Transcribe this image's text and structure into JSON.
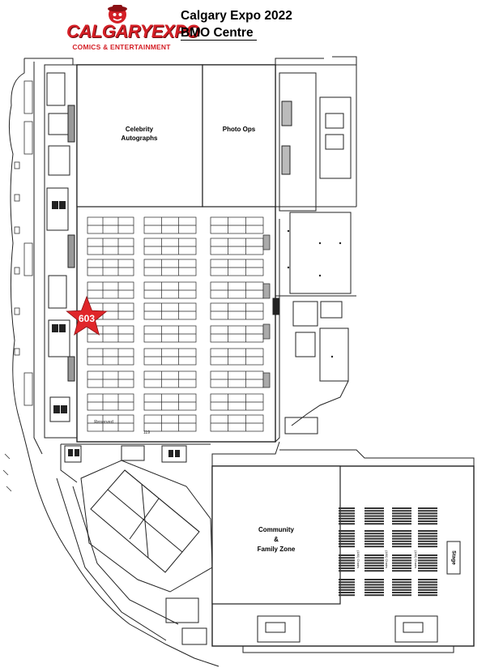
{
  "logo": {
    "name": "CALGARYEXPO",
    "tagline": "COMICS & ENTERTAINMENT",
    "brand_color": "#d41f26"
  },
  "header": {
    "title": "Calgary Expo 2022",
    "venue": "BMO Centre"
  },
  "zones": {
    "celebrity_line1": "Celebrity",
    "celebrity_line2": "Autographs",
    "photo_ops": "Photo Ops",
    "community_line1": "Community",
    "community_line2": "&",
    "community_line3": "Family Zone",
    "stage": "Stage"
  },
  "booth_labels": {
    "reserved": "Reserved",
    "booth_119": "119"
  },
  "marker": {
    "booth": "603",
    "color": "#e0262a"
  },
  "seating_labels": [
    "(180) Chairs",
    "(180) Chairs",
    "(180) Chairs"
  ]
}
